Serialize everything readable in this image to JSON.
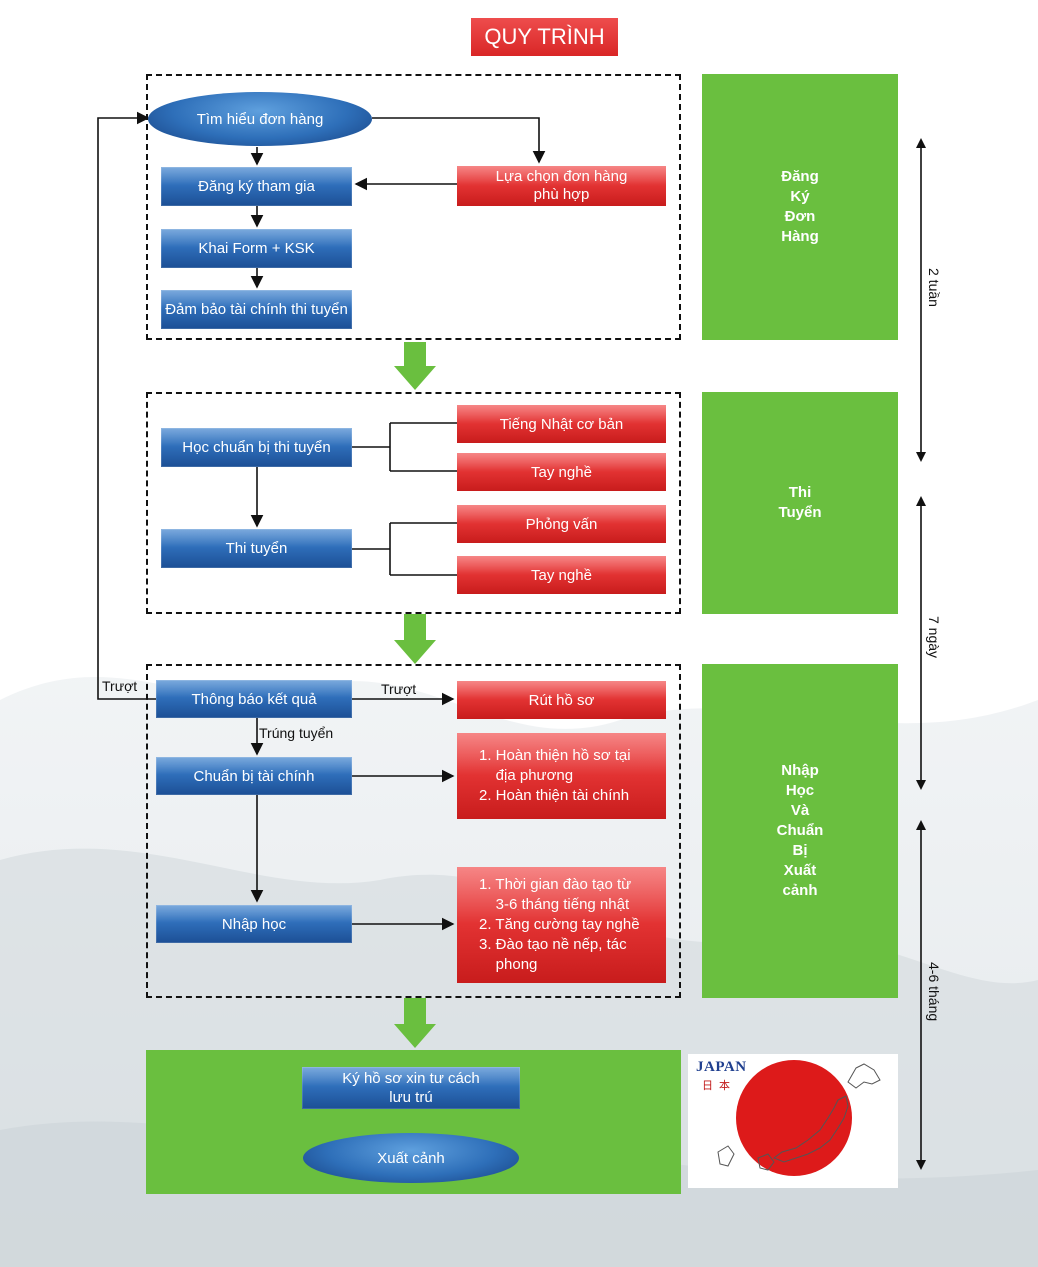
{
  "title": "QUY TRÌNH",
  "sections": {
    "s1": "Đăng\nKý\nĐơn\nHàng",
    "s2": "Thi\nTuyển",
    "s3": "Nhập\nHọc\nVà\nChuẩn\nBị\nXuất\ncảnh"
  },
  "nodes": {
    "tim_hieu": "Tìm hiểu đơn hàng",
    "dang_ky": "Đăng ký tham gia",
    "lua_chon": "Lựa chọn đơn hàng\nphù hợp",
    "khai_form": "Khai Form + KSK",
    "dam_bao": "Đảm bảo tài chính thi tuyển",
    "hoc_chuan_bi": "Học chuẩn bị thi tuyển",
    "tieng_nhat": "Tiếng Nhật cơ bản",
    "tay_nghe_1": "Tay nghề",
    "thi_tuyen": "Thi tuyển",
    "phong_van": "Phỏng vấn",
    "tay_nghe_2": "Tay nghề",
    "thong_bao": "Thông báo kết quả",
    "rut_ho_so": "Rút hồ sơ",
    "chuan_bi_tc": "Chuẩn bị tài chính",
    "ht_list": [
      "1. Hoàn thiện hồ sơ tại",
      "    địa phương",
      "2. Hoàn thiện tài chính"
    ],
    "nhap_hoc": "Nhập học",
    "dt_list": [
      "1. Thời gian đào tạo từ",
      "    3-6 tháng tiếng nhật",
      "2. Tăng cường tay nghề",
      "3. Đào tạo nề nếp, tác",
      "    phong"
    ],
    "ky_ho_so": "Ký hồ sơ xin tư cách\nlưu trú",
    "xuat_canh": "Xuất cảnh"
  },
  "edge_labels": {
    "truot_left": "Trượt",
    "truot_right": "Trượt",
    "trung_tuyen": "Trúng tuyển"
  },
  "durations": {
    "d1": "2 tuần",
    "d2": "7 ngày",
    "d3": "4-6 tháng"
  },
  "japan": {
    "text": "JAPAN",
    "kanji": "日本"
  },
  "colors": {
    "green": "#6abf3f",
    "blue": "#2f6fbb",
    "red": "#e23232"
  }
}
